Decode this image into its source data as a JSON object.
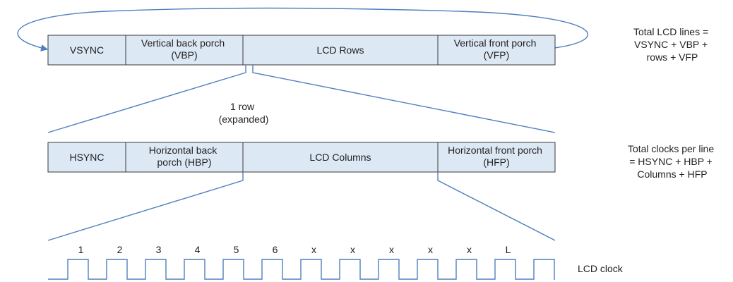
{
  "vertical_bar": {
    "segments": [
      {
        "lines": [
          "VSYNC"
        ]
      },
      {
        "lines": [
          "Vertical back porch",
          "(VBP)"
        ]
      },
      {
        "lines": [
          "LCD Rows"
        ]
      },
      {
        "lines": [
          "Vertical front porch",
          "(VFP)"
        ]
      }
    ],
    "note": [
      "Total LCD lines =",
      "VSYNC + VBP +",
      "rows + VFP"
    ]
  },
  "row_label": [
    "1 row",
    "(expanded)"
  ],
  "horizontal_bar": {
    "segments": [
      {
        "lines": [
          "HSYNC"
        ]
      },
      {
        "lines": [
          "Horizontal back",
          "porch (HBP)"
        ]
      },
      {
        "lines": [
          "LCD Columns"
        ]
      },
      {
        "lines": [
          "Horizontal front porch",
          "(HFP)"
        ]
      }
    ],
    "note": [
      "Total clocks per line",
      "= HSYNC + HBP +",
      "Columns + HFP"
    ]
  },
  "clock": {
    "labels": [
      "1",
      "2",
      "3",
      "4",
      "5",
      "6",
      "x",
      "x",
      "x",
      "x",
      "x",
      "L"
    ],
    "caption": "LCD clock"
  },
  "colors": {
    "segment_fill": "#dde8f5",
    "segment_stroke": "#3a3a3a",
    "connector_line": "#4f7fc0"
  }
}
